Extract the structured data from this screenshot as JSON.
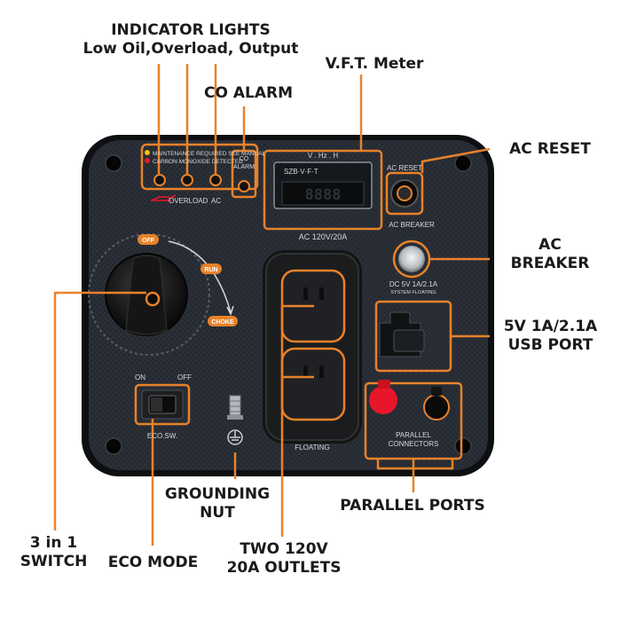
{
  "panel": {
    "status_lines": [
      "MAINTENANCE REQUIRED SEE MANUAL",
      "CARBON MONOXIDE DETECTED"
    ],
    "overload_label": "OVERLOAD",
    "ac_label": "AC",
    "co_alarm_label": [
      "CO",
      "ALARM"
    ],
    "meter_scale": "V . Hz . H",
    "meter_brand": "SZB·V·F·T",
    "meter_reading": "8888",
    "meter_outlet_label": "AC 120V/20A",
    "ac_reset_label": "AC RESET",
    "ac_breaker_label": "AC BREAKER",
    "dc_label": "DC 5V 1A/2.1A",
    "dc_sub_label": "SYSTEM FLOATING",
    "choke_positions": [
      "OFF",
      "RUN",
      "CHOKE"
    ],
    "eco_on": "ON",
    "eco_off": "OFF",
    "eco_label": "ECO.SW.",
    "outlet_floating": "FLOATING",
    "parallel_label": [
      "PARALLEL",
      "CONNECTORS"
    ]
  },
  "callouts": {
    "indicator_lights": [
      "INDICATOR LIGHTS",
      "Low Oil,Overload, Output"
    ],
    "co_alarm": "CO ALARM",
    "vft_meter": "V.F.T. Meter",
    "ac_reset": "AC RESET",
    "ac_breaker": [
      "AC",
      "BREAKER"
    ],
    "usb_port": [
      "5V 1A/2.1A",
      "USB PORT"
    ],
    "parallel_ports": "PARALLEL PORTS",
    "grounding_nut": [
      "GROUNDING",
      "NUT"
    ],
    "three_in_one": [
      "3 in 1",
      "SWITCH"
    ],
    "eco_mode": "ECO MODE",
    "outlets": [
      "TWO 120V",
      "20A OUTLETS"
    ]
  },
  "colors": {
    "accent": "#e8822a",
    "panel": "#22262c",
    "frame": "#0d0f12",
    "red_cap": "#e8162a"
  }
}
